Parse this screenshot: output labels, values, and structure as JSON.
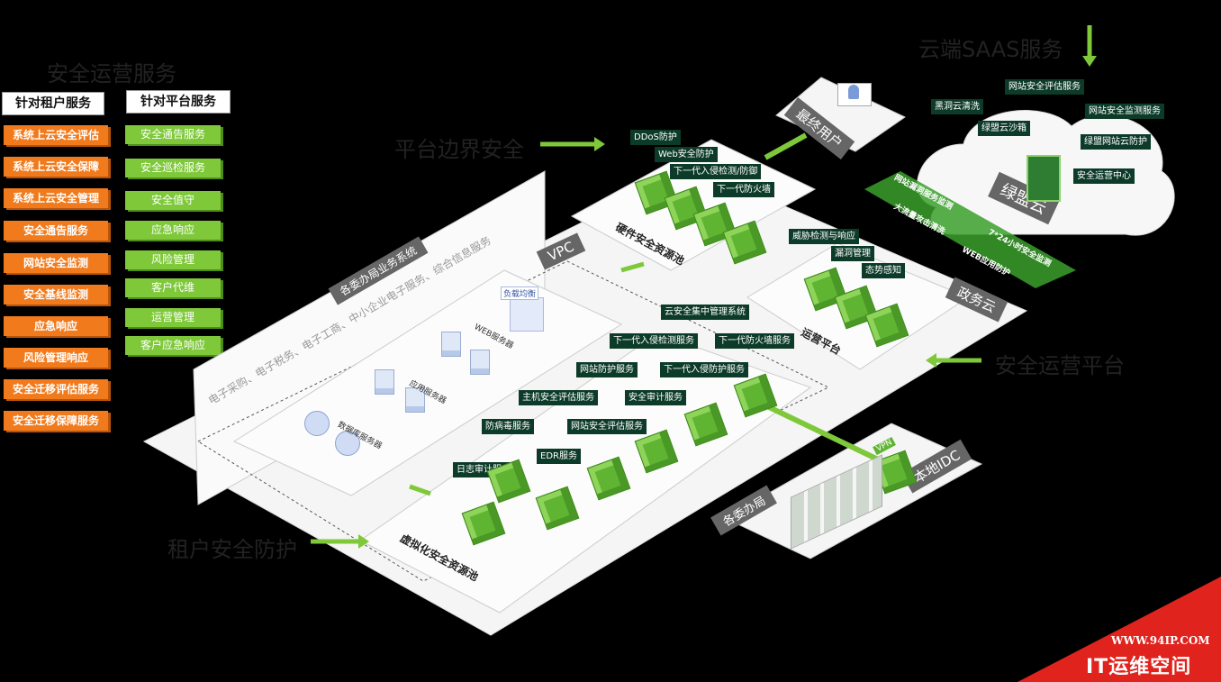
{
  "section_title": "安全运营服务",
  "tenant_header": "针对租户服务",
  "platform_header": "针对平台服务",
  "tenant_services": [
    "系统上云安全评估",
    "系统上云安全保障",
    "系统上云安全管理",
    "安全通告服务",
    "网站安全监测",
    "安全基线监测",
    "应急响应",
    "风险管理响应",
    "安全迁移评估服务",
    "安全迁移保障服务"
  ],
  "platform_services": [
    "安全通告服务",
    "安全巡检服务",
    "安全值守",
    "应急响应",
    "风险管理",
    "客户代维",
    "运营管理",
    "客户应急响应"
  ],
  "labels": {
    "cloud_saas": "云端SAAS服务",
    "platform_boundary": "平台边界安全",
    "end_user": "最终用户",
    "vpc": "VPC",
    "gov_cloud": "政务云",
    "ops_platform_title": "安全运营平台",
    "local_idc": "本地IDC",
    "offices": "各委办局",
    "tenant_protection": "租户安全防护",
    "business_systems": "各委办局业务系统",
    "business_desc": "电子采购、电子税务、电子工商、中小企业电子服务、综合信息服务",
    "hw_pool": "硬件安全资源池",
    "virt_pool": "虚拟化安全资源池",
    "ops_platform": "运营平台",
    "lumeng_cloud": "绿盟云",
    "web_server": "WEB服务器",
    "app_server": "应用服务器",
    "db_server": "数据库服务器",
    "load_balance": "负载均衡",
    "vpn": "VPN"
  },
  "hw_labels": [
    "DDoS防护",
    "Web安全防护",
    "下一代入侵检测/防御",
    "下一代防火墙"
  ],
  "ops_labels": [
    "威胁检测与响应",
    "漏洞管理",
    "态势感知"
  ],
  "cloud_labels": [
    "黑洞云清洗",
    "网站安全评估服务",
    "网站安全监测服务",
    "绿盟云沙箱",
    "绿盟网站云防护",
    "安全运营中心"
  ],
  "cloud_links": [
    "网站漏洞服务监测",
    "大流量攻击清洗",
    "7*24小时安全监测",
    "WEB应用防护"
  ],
  "virt_labels": [
    "云安全集中管理系统",
    "下一代入侵检测服务",
    "下一代防火墙服务",
    "网站防护服务",
    "下一代入侵防护服务",
    "主机安全评估服务",
    "安全审计服务",
    "防病毒服务",
    "网站安全评估服务",
    "EDR服务",
    "日志审计服务"
  ],
  "watermark": {
    "url": "WWW.94IP.COM",
    "name": "IT运维空间"
  }
}
